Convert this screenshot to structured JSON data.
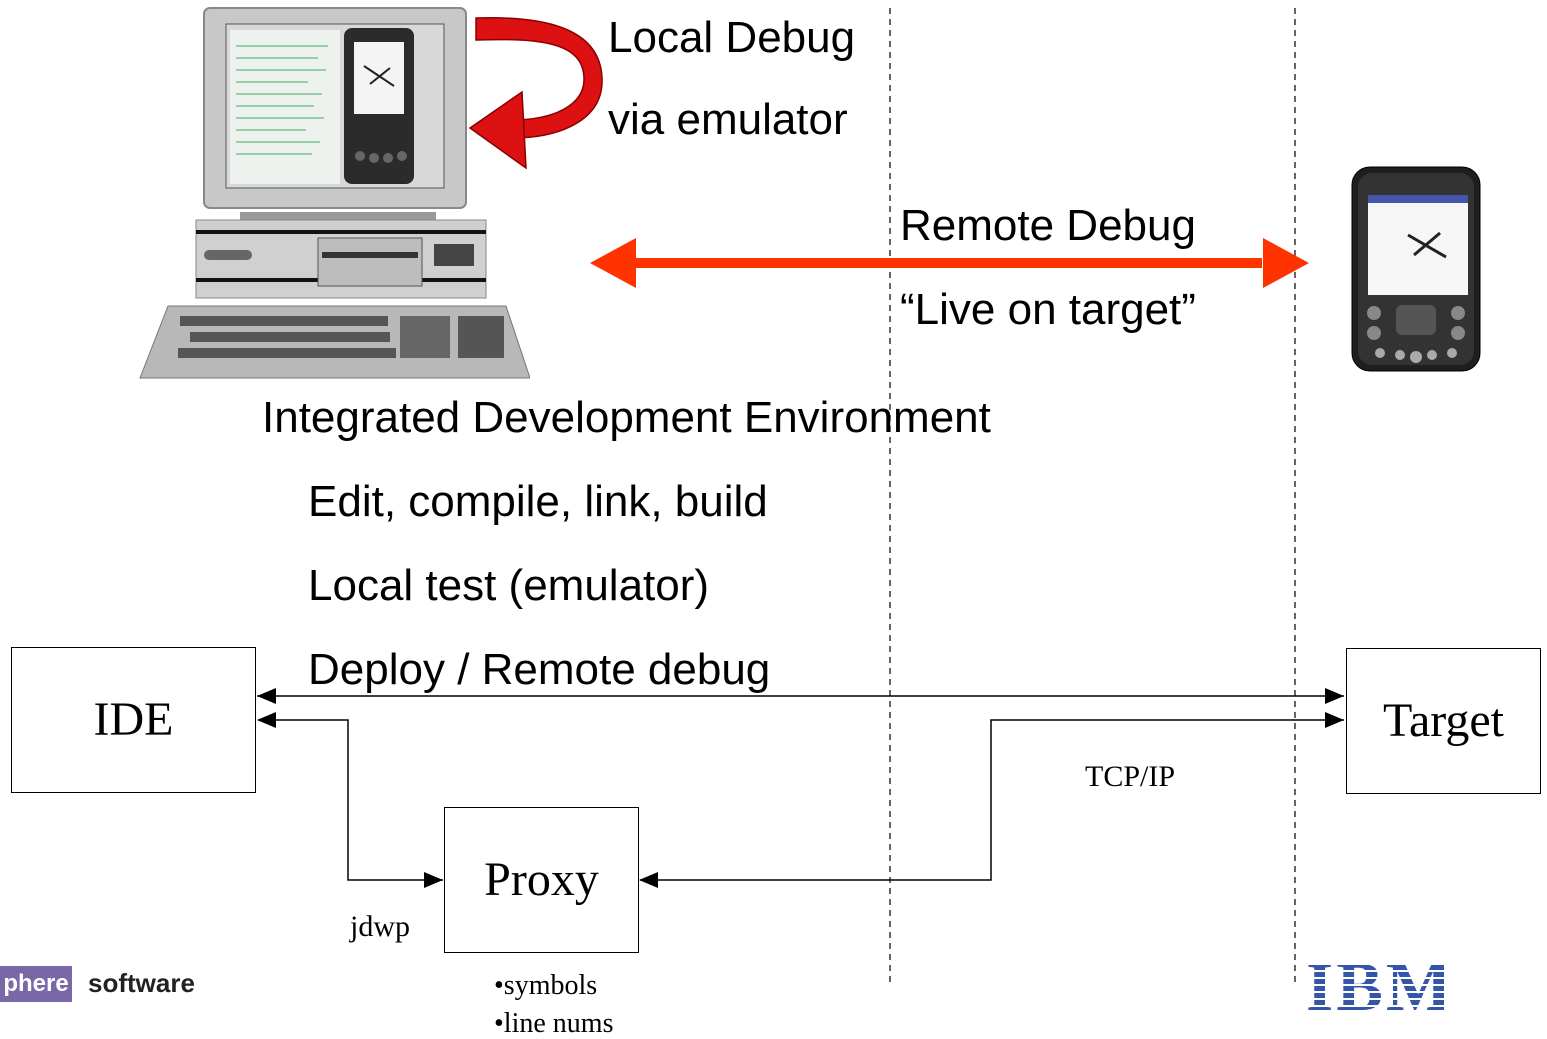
{
  "top": {
    "local_debug": "Local Debug",
    "via_emulator": "via emulator",
    "remote_debug": "Remote Debug",
    "live_on_target": "“Live on target”"
  },
  "ide_section": {
    "title": "Integrated Development Environment",
    "items": [
      "Edit, compile, link, build",
      "Local test (emulator)",
      "Deploy / Remote debug"
    ]
  },
  "boxes": {
    "ide": "IDE",
    "target": "Target",
    "proxy": "Proxy"
  },
  "labels": {
    "tcpip": "TCP/IP",
    "jdwp": "jdwp",
    "proxy_notes": [
      "•symbols",
      "•line nums"
    ]
  },
  "footer": {
    "brand_left": "phere",
    "brand_right": "software",
    "ibm": "IBM"
  },
  "colors": {
    "remote_arrow": "#ff3300",
    "curve_arrow": "#dd1111",
    "ibm_blue": "#3355aa",
    "brand_purple": "#7a67a8"
  },
  "icons": [
    "desktop-computer-icon",
    "handheld-device-icon"
  ]
}
